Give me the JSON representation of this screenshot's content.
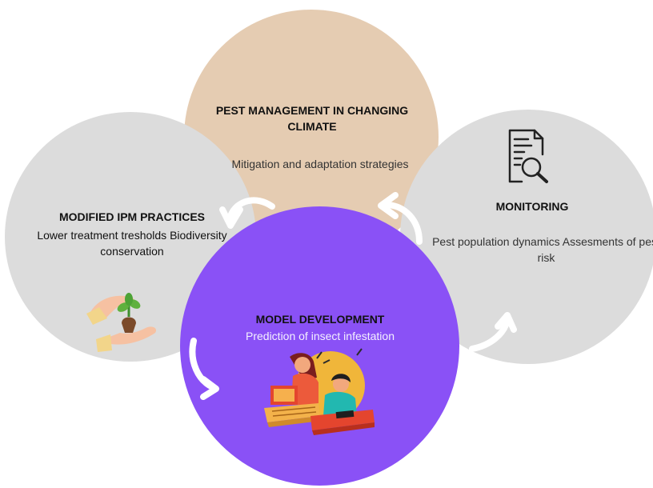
{
  "nodes": {
    "top": {
      "title": "PEST MANAGEMENT IN CHANGING CLIMATE",
      "body": "Mitigation and adaptation strategies"
    },
    "left": {
      "title": "MODIFIED IPM PRACTICES",
      "body": "Lower treatment tresholds Biodiversity conservation"
    },
    "right": {
      "title": "MONITORING",
      "body": "Pest population dynamics Assesments of pest risk"
    },
    "bottom": {
      "title": "MODEL DEVELOPMENT",
      "body": "Prediction of insect infestation"
    }
  },
  "icons": {
    "top": "",
    "left": "plant-in-hands-icon",
    "right": "document-search-icon",
    "bottom": "people-at-computers-illustration"
  },
  "colors": {
    "top_circle": "#e5ccb2",
    "side_circles": "#dcdcdc",
    "bottom_circle": "#8a51f6",
    "arrows": "#ffffff"
  }
}
